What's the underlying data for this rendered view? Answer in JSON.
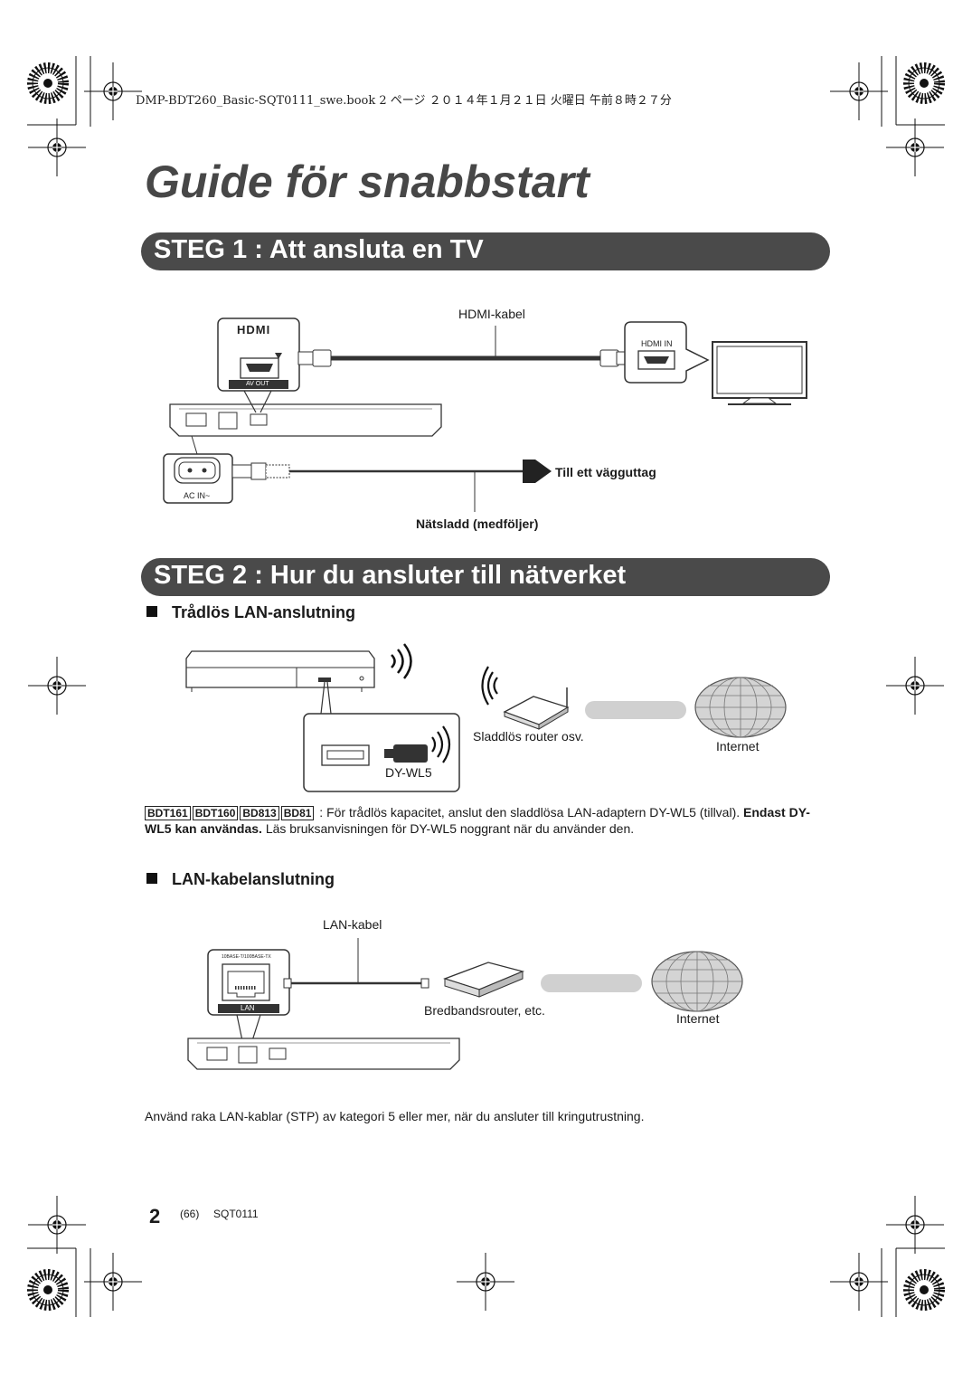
{
  "header": {
    "book_info": "DMP-BDT260_Basic-SQT0111_swe.book  2 ページ  ２０１４年１月２１日  火曜日  午前８時２７分"
  },
  "title": "Guide för snabbstart",
  "step1": {
    "heading": "STEG 1 :  Att ansluta en TV",
    "hdmi_cable_label": "HDMI-kabel",
    "player_port_logo": "HDMI",
    "player_port_caption": "AV OUT",
    "tv_port_label": "HDMI IN",
    "ac_in_label": "AC IN~",
    "wall_outlet_label": "Till ett vägguttag",
    "power_cord_label": "Nätsladd (medföljer)"
  },
  "step2": {
    "heading": "STEG 2 :  Hur du ansluter till nätverket",
    "wireless": {
      "heading": "Trådlös LAN-anslutning",
      "adapter_label": "DY-WL5",
      "router_label": "Sladdlös router osv.",
      "internet_label": "Internet",
      "note_badges": [
        "BDT161",
        "BDT160",
        "BD813",
        "BD81"
      ],
      "note_text": " : För trådlös kapacitet, anslut den sladdlösa LAN-adaptern DY-WL5 (tillval). ",
      "note_bold": "Endast DY-WL5 kan användas.",
      "note_tail": " Läs bruksanvisningen för DY-WL5 noggrant när du använder den."
    },
    "wired": {
      "heading": "LAN-kabelanslutning",
      "cable_label": "LAN-kabel",
      "port_spec": "10BASE-T/100BASE-TX",
      "port_caption": "LAN",
      "router_label": "Bredbandsrouter, etc.",
      "internet_label": "Internet",
      "footer_note": "Använd raka LAN-kablar (STP) av kategori 5 eller mer, när du ansluter till kringutrustning."
    }
  },
  "footer": {
    "page_number": "2",
    "page_sub": "(66)",
    "doc_code": "SQT0111"
  }
}
